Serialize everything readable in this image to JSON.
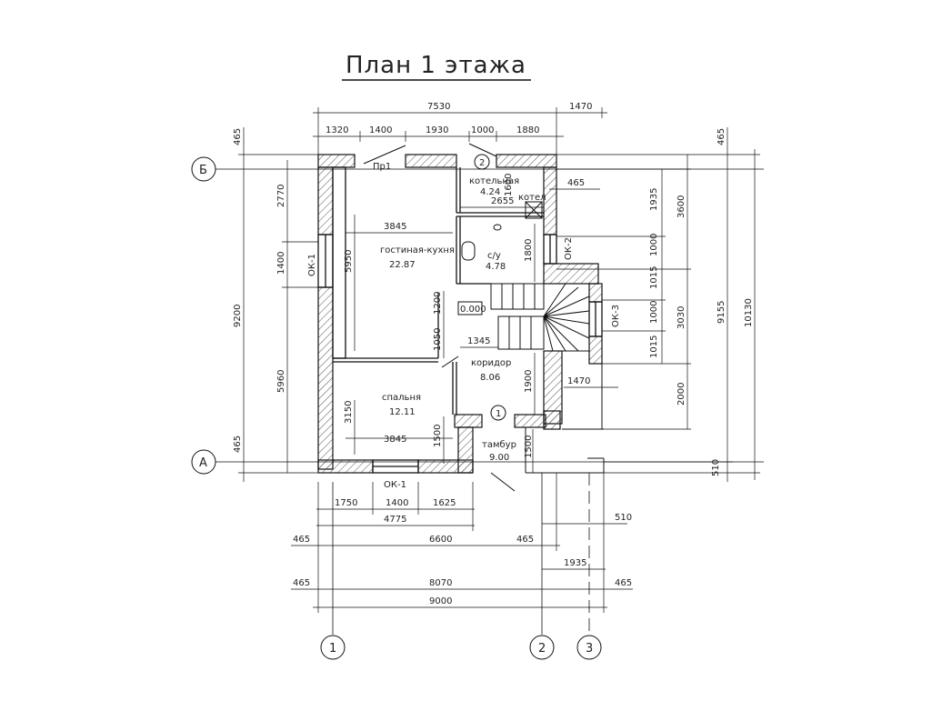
{
  "title": "План 1 этажа",
  "axes": {
    "a": "А",
    "b": "Б",
    "one": "1",
    "two": "2",
    "three": "3"
  },
  "rooms": {
    "living_name": "гостиная-кухня",
    "living_area": "22.87",
    "bedroom_name": "спальня",
    "bedroom_area": "12.11",
    "corridor_name": "коридор",
    "corridor_area": "8.06",
    "boiler_name": "котельная",
    "boiler_area": "4.24",
    "wc_name": "с/у",
    "wc_area": "4.78",
    "vestibule_name": "тамбур",
    "vestibule_area": "9.00"
  },
  "labels": {
    "pr1": "Пр1",
    "kotel": "котел",
    "level": "0.000",
    "ok1_left": "ОК-1",
    "ok1_bottom": "ОК-1",
    "ok2": "ОК-2",
    "ok3": "ОК-3",
    "circle_1": "1",
    "circle_2": "2"
  },
  "dims_top": {
    "d7530": "7530",
    "d1470": "1470",
    "d1320": "1320",
    "d1400": "1400",
    "d1930": "1930",
    "d1000": "1000",
    "d1880": "1880"
  },
  "dims_left": {
    "d465a": "465",
    "d2770": "2770",
    "d1400": "1400",
    "d9200": "9200",
    "d5960": "5960",
    "d465b": "465"
  },
  "dims_right": {
    "d465": "465",
    "d1935": "1935",
    "d1000a": "1000",
    "d1015a": "1015",
    "d1000b": "1000",
    "d1015b": "1015",
    "d3600": "3600",
    "d3030": "3030",
    "d2000": "2000",
    "d9155": "9155",
    "d10130": "10130",
    "d510": "510"
  },
  "dims_inner": {
    "d3845a": "3845",
    "d5950": "5950",
    "d2655": "2655",
    "d465": "465",
    "d1600": "1600",
    "d1800": "1800",
    "d1200": "1200",
    "d1050": "1050",
    "d1345": "1345",
    "d1900": "1900",
    "d1470": "1470",
    "d3150": "3150",
    "d1500a": "1500",
    "d3845b": "3845",
    "d1500b": "1500"
  },
  "dims_bottom": {
    "d1750": "1750",
    "d1400": "1400",
    "d1625": "1625",
    "d4775": "4775",
    "d465a": "465",
    "d6600": "6600",
    "d465b": "465",
    "d510": "510",
    "d1935": "1935",
    "d465c": "465",
    "d8070": "8070",
    "d465d": "465",
    "d9000": "9000"
  }
}
